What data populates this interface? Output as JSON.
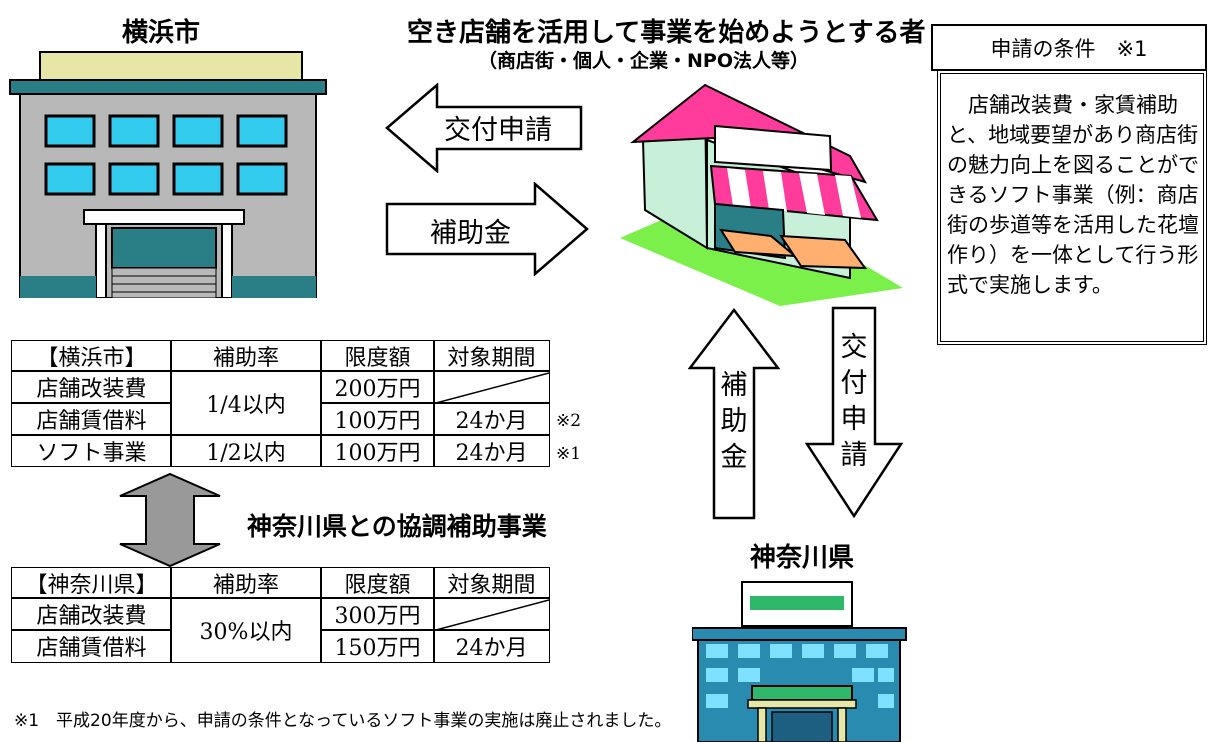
{
  "yokohama": {
    "title": "横浜市"
  },
  "applicant": {
    "title": "空き店舗を活用して事業を始めようとする者",
    "subtitle": "（商店街・個人・企業・NPO法人等）"
  },
  "conditions": {
    "header": "申請の条件　※1",
    "body": "　店舗改装費・家賃補助と、地域要望があり商店街の魅力向上を図ることができるソフト事業（例：商店街の歩道等を活用した花壇作り）を一体として行う形式で実施します。"
  },
  "arrows": {
    "apply_to_city": "交付申請",
    "subsidy_from_city": "補助金",
    "subsidy_from_pref": [
      "補",
      "助",
      "金"
    ],
    "apply_to_pref": [
      "交",
      "付",
      "申",
      "請"
    ]
  },
  "kanagawa": {
    "title": "神奈川県"
  },
  "cooperation_label": "神奈川県との協調補助事業",
  "yokohama_table": {
    "headers": [
      "【横浜市】",
      "補助率",
      "限度額",
      "対象期間"
    ],
    "rows": [
      {
        "item": "店舗改装費",
        "rate": "1/4以内",
        "limit": "200万円",
        "period": "",
        "note": ""
      },
      {
        "item": "店舗賃借料",
        "rate": "",
        "limit": "100万円",
        "period": "24か月",
        "note": "※2"
      },
      {
        "item": "ソフト事業",
        "rate": "1/2以内",
        "limit": "100万円",
        "period": "24か月",
        "note": "※1"
      }
    ]
  },
  "kanagawa_table": {
    "headers": [
      "【神奈川県】",
      "補助率",
      "限度額",
      "対象期間"
    ],
    "rows": [
      {
        "item": "店舗改装費",
        "rate": "30%以内",
        "limit": "300万円",
        "period": ""
      },
      {
        "item": "店舗賃借料",
        "rate": "",
        "limit": "150万円",
        "period": "24か月"
      }
    ]
  },
  "footnote": "※1　平成20年度から、申請の条件となっているソフト事業の実施は廃止されました。",
  "colors": {
    "window": "#33ccee",
    "building_gray": "#b8b8b8",
    "roof": "#e6e6a6",
    "teal": "#2a7f86",
    "shop_wall": "#c8f0d8",
    "shop_roof": "#ff3c9c",
    "lawn": "#7cf04a",
    "pref_blue": "#2a8bb0",
    "pref_green": "#2fb86a"
  }
}
